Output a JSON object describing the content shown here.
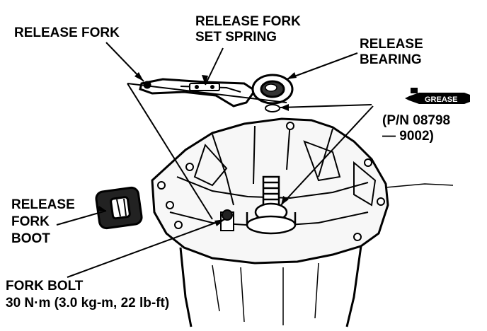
{
  "labels": {
    "release_fork": "RELEASE FORK",
    "release_fork_set_spring": [
      "RELEASE FORK",
      "SET SPRING"
    ],
    "release_bearing": [
      "RELEASE",
      "BEARING"
    ],
    "grease_part_number": [
      "(P/N 08798",
      "— 9002)"
    ],
    "release_fork_boot": [
      "RELEASE",
      "FORK",
      "BOOT"
    ],
    "fork_bolt": "FORK BOLT",
    "fork_bolt_torque": "30 N·m (3.0 kg-m, 22 lb-ft)"
  },
  "grease_tube_label": "GREASE",
  "icons": [
    "grease-tube-icon",
    "release-fork-boot-icon",
    "release-bearing-icon",
    "fork-bolt-icon"
  ]
}
